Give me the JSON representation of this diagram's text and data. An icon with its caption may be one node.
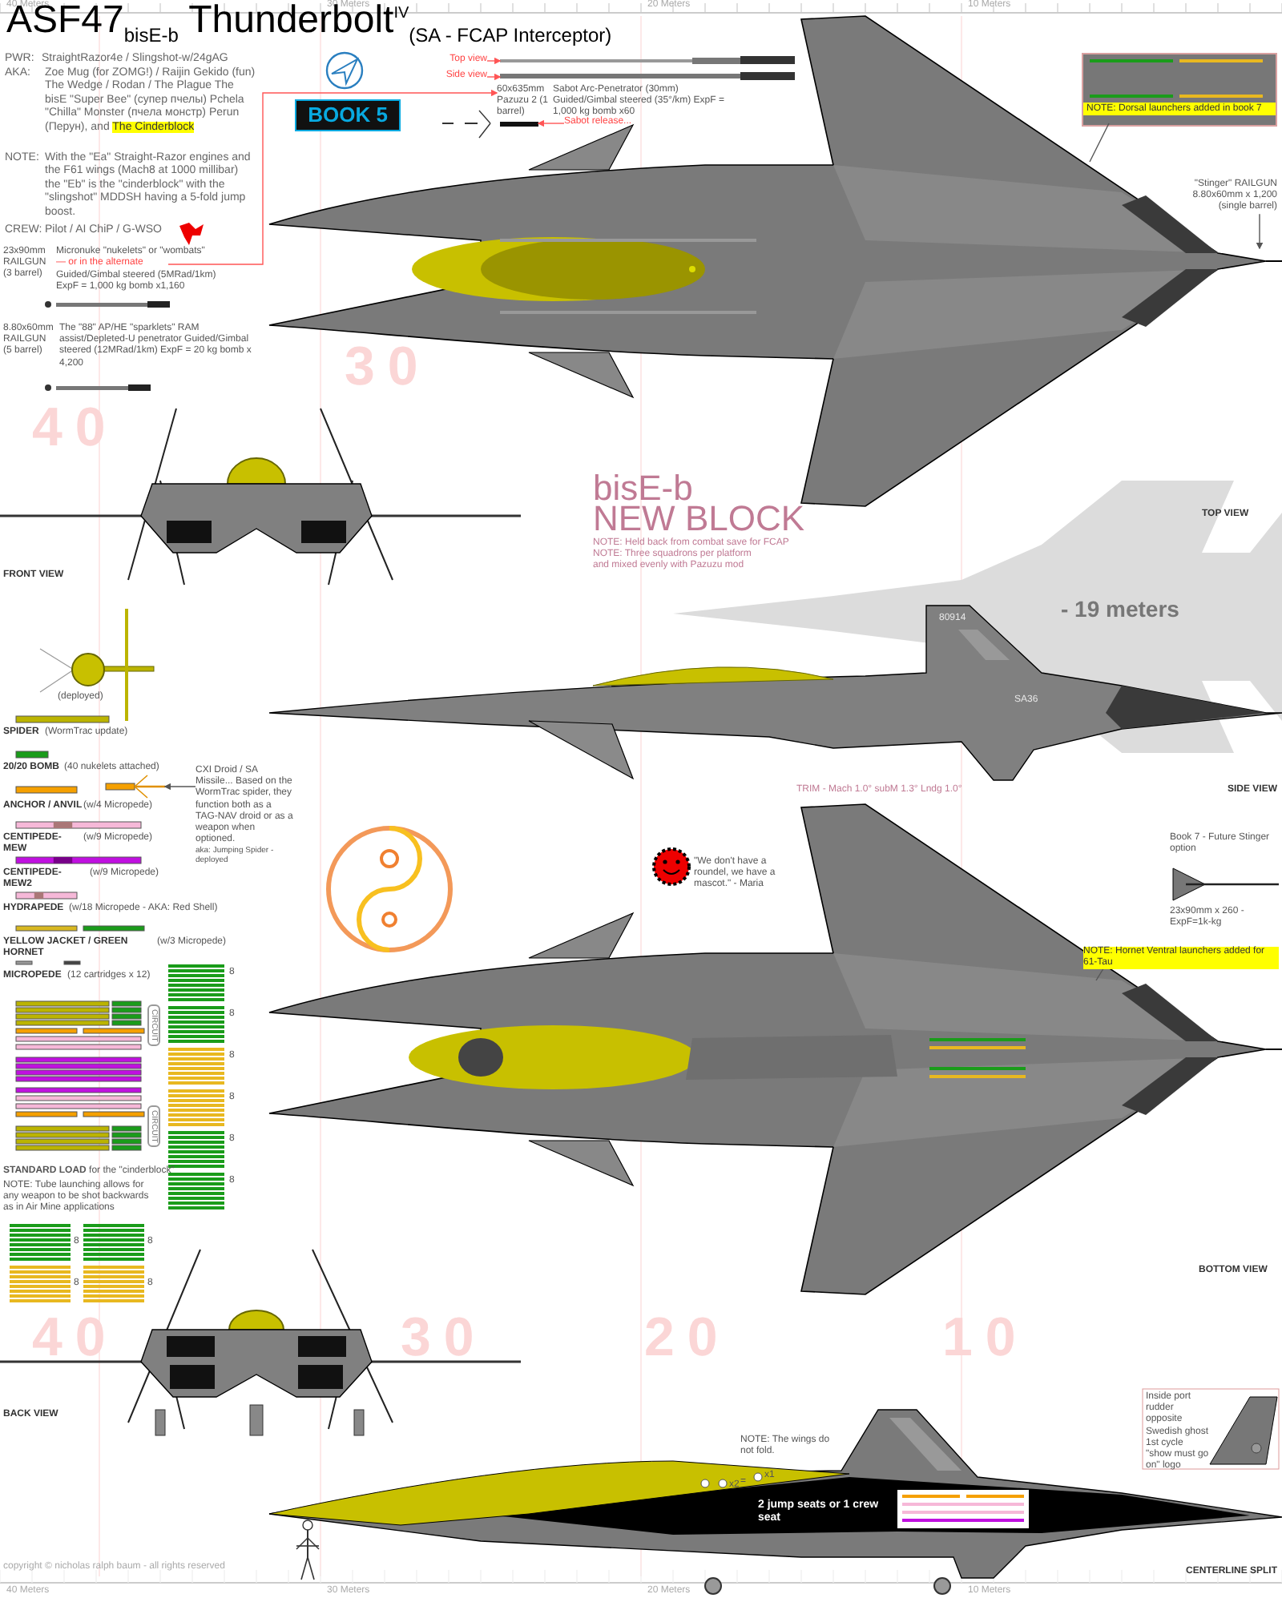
{
  "diagram": {
    "title": "ASF47$_{bisE-b}$ Thunderbolt$^{IV}$$_{(SA - FCAP Interceptor)}$",
    "nodes": [
      {
        "text": [
          "Top view"
        ]
      },
      {
        "text": [],
        "shape": "picture"
      },
      {
        "text": [
          "Side view"
        ]
      },
      {
        "text": [],
        "shape": "picture"
      },
      {
        "text": [
          "Sabot release..."
        ]
      },
      {
        "text": [],
        "shape": "bar"
      },
      {
        "text": [
          "— or in the alternate"
        ]
      },
      {
        "text": [
          "60x635mm Pazuzu 2 (1 barrel)"
        ]
      },
      {
        "text": [
          "NOTE: Dorsal launchers added in book 7"
        ]
      },
      {
        "text": [],
        "shape": "picture"
      },
      {
        "text": [
          "\"Stinger\" RAILGUN 8.80x60mm x 1,200 (single barrel)"
        ]
      },
      {
        "text": [
          "CXI Droid / SA Missile... Based on the WormTrac spider, they function both as a TAG-NAV droid or as a weapon when optioned.",
          "aka: Jumping Spider - deployed"
        ]
      },
      {
        "text": [],
        "shape": "picture"
      },
      {
        "text": [
          "NOTE: Hornet Ventral launchers added for 61-Tau"
        ]
      },
      {
        "text": [],
        "shape": "picture"
      }
    ],
    "edges": [
      {
        "from": 0,
        "to": 1,
        "arrow": "to",
        "color": "#ff5555"
      },
      {
        "from": 2,
        "to": 3,
        "arrow": "to",
        "color": "#ff5555"
      },
      {
        "from": 4,
        "to": 5,
        "arrow": "to",
        "color": "#ff5555"
      },
      {
        "from": 6,
        "to": 7,
        "arrow": "to",
        "color": "#ff5555"
      },
      {
        "from": 8,
        "to": 9,
        "arrow": "none",
        "color": "#555555"
      },
      {
        "from": 10,
        "to": 9,
        "arrow": "to",
        "color": "#555555"
      },
      {
        "from": 11,
        "to": 12,
        "arrow": "to",
        "color": "#555555"
      },
      {
        "from": 13,
        "to": 14,
        "arrow": "none",
        "color": "#555555"
      }
    ],
    "labels": [
      "40 Meters",
      "30 Meters",
      "20 Meters",
      "10 Meters",
      "PWR:",
      "StraightRazor4e / Slingshot-w/24gAG",
      "AKA:",
      "Zoe Mug (for ZOMG!) / Raijin Gekido (fun) The Wedge / Rodan / The Plague The bisE \"Super Bee\" (супер пчелы) Pchela \"Chilla\" Monster (пчела монстр) Perun (Перун), and",
      "The Cinderblock",
      "NOTE:",
      "With the \"Ea\" Straight-Razor engines and the F61 wings (Mach8 at 1000 millibar) the \"Eb\" is the \"cinderblock\" with the \"slingshot\" MDDSH having a 5-fold jump boost.",
      "CREW:",
      "Pilot / AI ChiP / G-WSO",
      "BOOK 5",
      "Sabot Arc-Penetrator (30mm) Guided/Gimbal steered (35°/km) ExpF = 1,000 kg bomb x60",
      "23x90mm RAILGUN (3 barrel)",
      "Micronuke \"nukelets\" or \"wombats\"",
      "Guided/Gimbal steered (5MRad/1km) ExpF = 1,000 kg bomb x1,160",
      "8.80x60mm RAILGUN (5 barrel)",
      "The \"88\" AP/HE \"sparklets\" RAM assist/Depleted-U penetrator Guided/Gimbal steered (12MRad/1km) ExpF = 20 kg bomb x 4,200",
      "40",
      "30",
      "TOP VIEW",
      "FRONT VIEW",
      "bisE-b",
      "NEW BLOCK",
      "NOTE: Held back from combat save for FCAP",
      "NOTE: Three squadrons per platform and mixed evenly with Pazuzu mod",
      "- 19 meters",
      "80914",
      "SA36",
      "TRIM - Mach 1.0° subM 1.3° Lndg 1.0°",
      "SIDE VIEW",
      "(deployed)",
      "SPIDER",
      "(WormTrac update)",
      "20/20 BOMB",
      "(40 nukelets attached)",
      "ANCHOR / ANVIL",
      "(w/4 Micropede)",
      "CENTIPEDE-MEW",
      "(w/9 Micropede)",
      "CENTIPEDE-MEW2",
      "(w/9 Micropede)",
      "HYDRAPEDE",
      "(w/18 Micropede - AKA: Red Shell)",
      "YELLOW JACKET / GREEN HORNET",
      "(w/3 Micropede)",
      "\"We don't have a roundel, we have a mascot.\" - Maria",
      "Book 7 - Future Stinger option",
      "23x90mm x 260 - ExpF=1k-kg",
      "MICROPEDE",
      "(12 cartridges x 12)",
      "CIRCUIT",
      "CIRCUIT",
      "8",
      "8",
      "8",
      "8",
      "8",
      "8",
      "**STANDARD LOAD** for the \"cinderblock\"",
      "NOTE: Tube launching allows for any weapon to be shot backwards as in Air Mine applications",
      "8",
      "8",
      "8",
      "8",
      "BOTTOM VIEW",
      "40",
      "30",
      "20",
      "10",
      "BACK VIEW",
      "NOTE: The wings do not fold.",
      "x2",
      "=",
      "x1",
      "2 jump seats or 1 crew seat",
      "Inside port rudder opposite Swedish ghost 1st cycle \"show must go on\" logo",
      "CENTERLINE SPLIT",
      "copyright © nicholas ralph baum - all rights reserved",
      "40 Meters",
      "30 Meters",
      "20 Meters",
      "10 Meters"
    ]
  }
}
